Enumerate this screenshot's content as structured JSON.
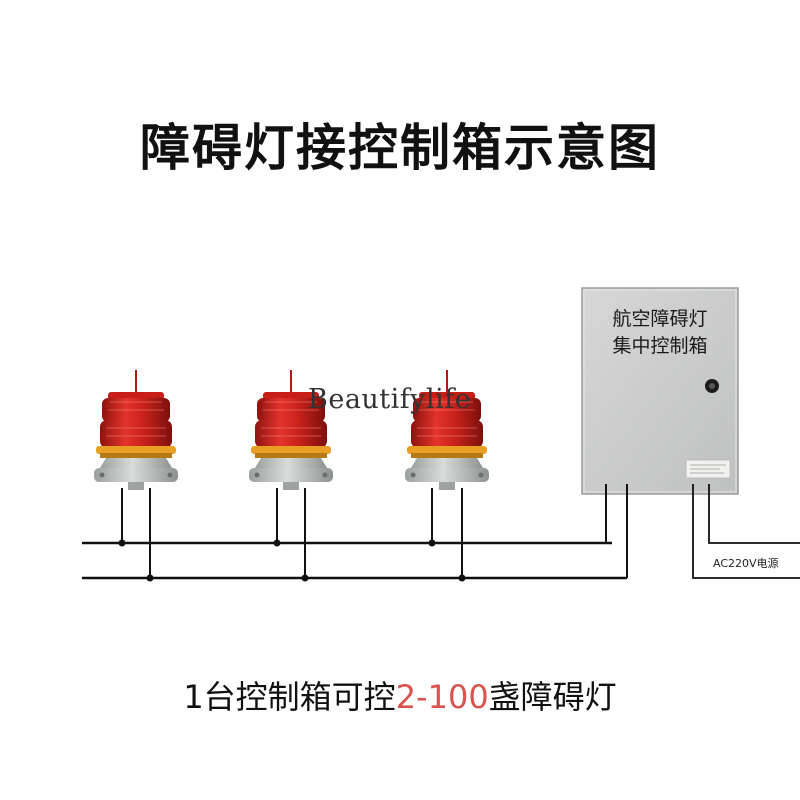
{
  "title": "障碍灯接控制箱示意图",
  "watermark": "Beautifylife",
  "control_box": {
    "label_line1": "航空障碍灯",
    "label_line2": "集中控制箱"
  },
  "power_label": "AC220V电源",
  "caption": {
    "prefix": "1台控制箱可控",
    "highlight": "2-100",
    "suffix": "盏障碍灯"
  },
  "obstruction_lights": [
    {
      "label": ""
    },
    {
      "label": ""
    },
    {
      "label": ""
    }
  ],
  "colors": {
    "accent": "#d9534f",
    "lamp_red": "#d7261e",
    "lamp_base": "#e8a024",
    "box_grey": "#cfd0d0",
    "wire": "#111111"
  }
}
